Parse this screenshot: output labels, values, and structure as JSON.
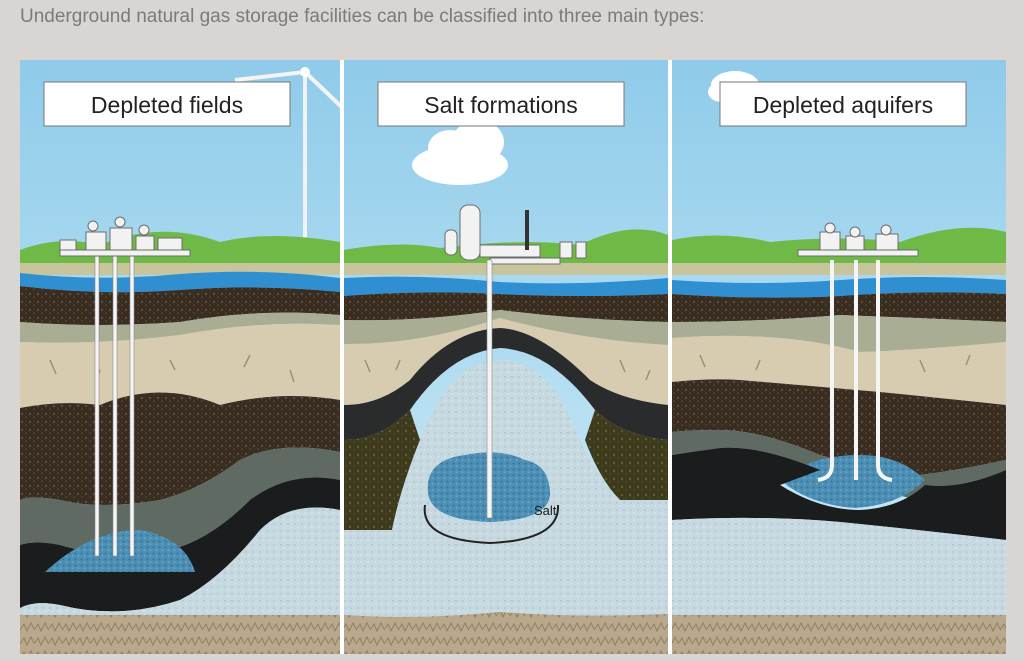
{
  "caption": "Underground natural gas storage facilities can be classified into three main types:",
  "panels": [
    {
      "label": "Depleted fields"
    },
    {
      "label": "Salt formations",
      "annotation": "Salt"
    },
    {
      "label": "Depleted aquifers"
    }
  ],
  "colors": {
    "sky": "#a9d8ee",
    "grass": "#7cc24f",
    "water": "#2f8fd0",
    "gas": "#4f93b6",
    "salt": "#c9dce3",
    "sand": "#d8ccb0"
  }
}
